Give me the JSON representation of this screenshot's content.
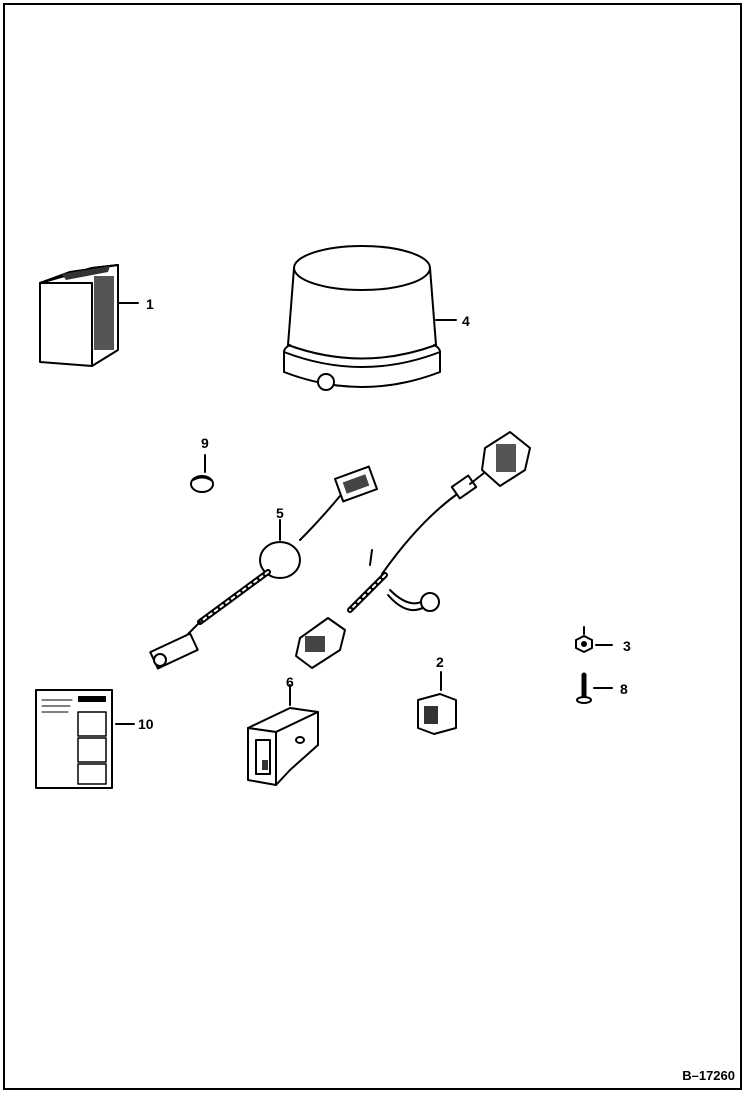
{
  "figure": {
    "id": "B–17260",
    "callouts": [
      {
        "key": "battery-box",
        "number": "1"
      },
      {
        "key": "switch",
        "number": "2"
      },
      {
        "key": "nut",
        "number": "3"
      },
      {
        "key": "beacon-light",
        "number": "4"
      },
      {
        "key": "wire-harness",
        "number": "5"
      },
      {
        "key": "mounting-bracket",
        "number": "6"
      },
      {
        "key": "bolt",
        "number": "8"
      },
      {
        "key": "grommet",
        "number": "9"
      },
      {
        "key": "instruction-sheet",
        "number": "10"
      }
    ]
  },
  "colors": {
    "ink": "#000000",
    "paper": "#ffffff",
    "shade": "#888888"
  }
}
